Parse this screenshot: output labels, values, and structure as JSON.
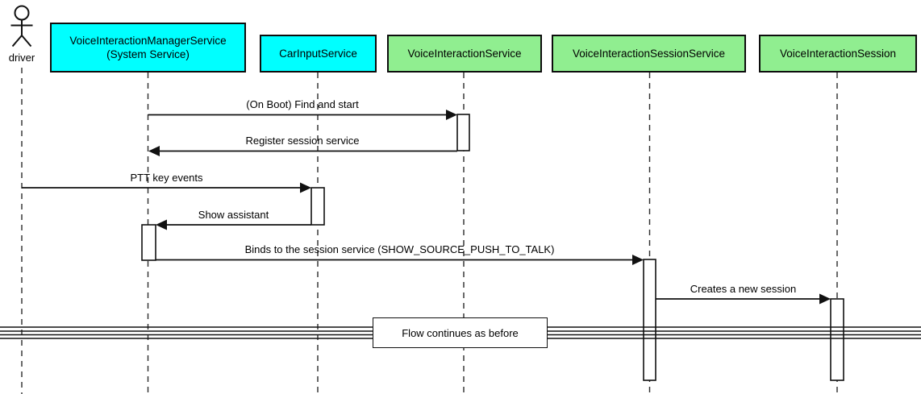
{
  "diagram_type": "uml-sequence",
  "actor": {
    "label": "driver"
  },
  "participants": [
    {
      "name": "VoiceInteractionManagerService",
      "subtitle": "(System Service)",
      "fill": "#00FFFF"
    },
    {
      "name": "CarInputService",
      "subtitle": "",
      "fill": "#00FFFF"
    },
    {
      "name": "VoiceInteractionService",
      "subtitle": "",
      "fill": "#90EE90"
    },
    {
      "name": "VoiceInteractionSessionService",
      "subtitle": "",
      "fill": "#90EE90"
    },
    {
      "name": "VoiceInteractionSession",
      "subtitle": "",
      "fill": "#90EE90"
    }
  ],
  "messages": [
    {
      "label": "(On Boot) Find and start",
      "from": "VoiceInteractionManagerService",
      "to": "VoiceInteractionService"
    },
    {
      "label": "Register session service",
      "from": "VoiceInteractionService",
      "to": "VoiceInteractionManagerService"
    },
    {
      "label": "PTT key events",
      "from": "driver",
      "to": "CarInputService"
    },
    {
      "label": "Show assistant",
      "from": "CarInputService",
      "to": "VoiceInteractionManagerService"
    },
    {
      "label": "Binds to the session service (SHOW_SOURCE_PUSH_TO_TALK)",
      "from": "VoiceInteractionManagerService",
      "to": "VoiceInteractionSessionService"
    },
    {
      "label": "Creates a new session",
      "from": "VoiceInteractionSessionService",
      "to": "VoiceInteractionSession"
    }
  ],
  "divider": {
    "label": "Flow continues as before"
  },
  "colors": {
    "system_service_fill": "#00FFFF",
    "component_fill": "#90EE90",
    "border": "#000000",
    "background": "#FFFFFF",
    "line": "#111111"
  }
}
